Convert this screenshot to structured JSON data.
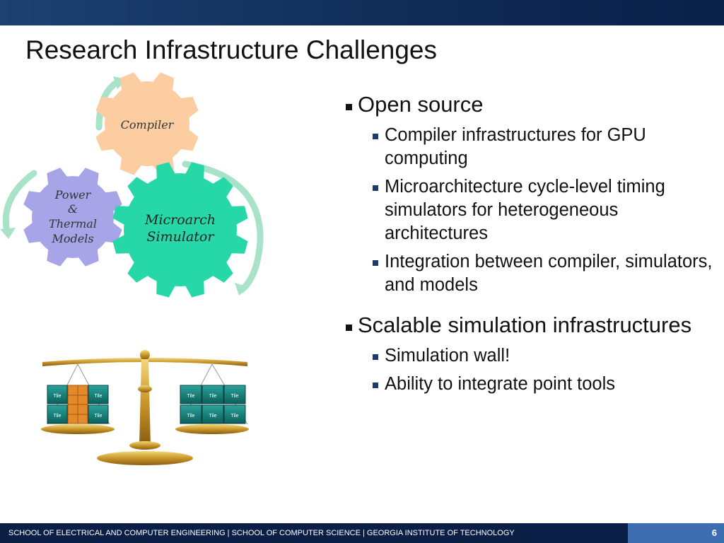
{
  "slide": {
    "title": "Research Infrastructure Challenges",
    "page_number": "6"
  },
  "diagram": {
    "gears": [
      {
        "label_lines": [
          "Compiler"
        ],
        "color": "#fbcda0"
      },
      {
        "label_lines": [
          "Power",
          "&",
          "Thermal",
          "Models"
        ],
        "color": "#a7a4e8"
      },
      {
        "label_lines": [
          "Microarch",
          "Simulator"
        ],
        "color": "#26d8a8"
      }
    ],
    "arrow_color": "#a8e2c8",
    "scale_tiles": {
      "left_pan": [
        "Tile",
        "Tile",
        "Tile",
        "Tile"
      ],
      "right_pan": [
        "Tile",
        "Tile",
        "Tile",
        "Tile",
        "Tile",
        "Tile"
      ]
    }
  },
  "bullets": [
    {
      "text": "Open source",
      "sub": [
        "Compiler infrastructures for GPU computing",
        "Microarchitecture cycle-level timing simulators for heterogeneous architectures",
        "Integration between compiler, simulators, and models"
      ]
    },
    {
      "text": "Scalable simulation infrastructures",
      "sub": [
        "Simulation wall!",
        "Ability to integrate point tools"
      ]
    }
  ],
  "footer": {
    "text": "SCHOOL OF ELECTRICAL AND COMPUTER ENGINEERING | SCHOOL OF COMPUTER SCIENCE | GEORGIA INSTITUTE OF TECHNOLOGY"
  },
  "colors": {
    "header_bar": "#0f2b55",
    "footer_bar": "#0b1f46",
    "page_box": "#3b6db0"
  }
}
